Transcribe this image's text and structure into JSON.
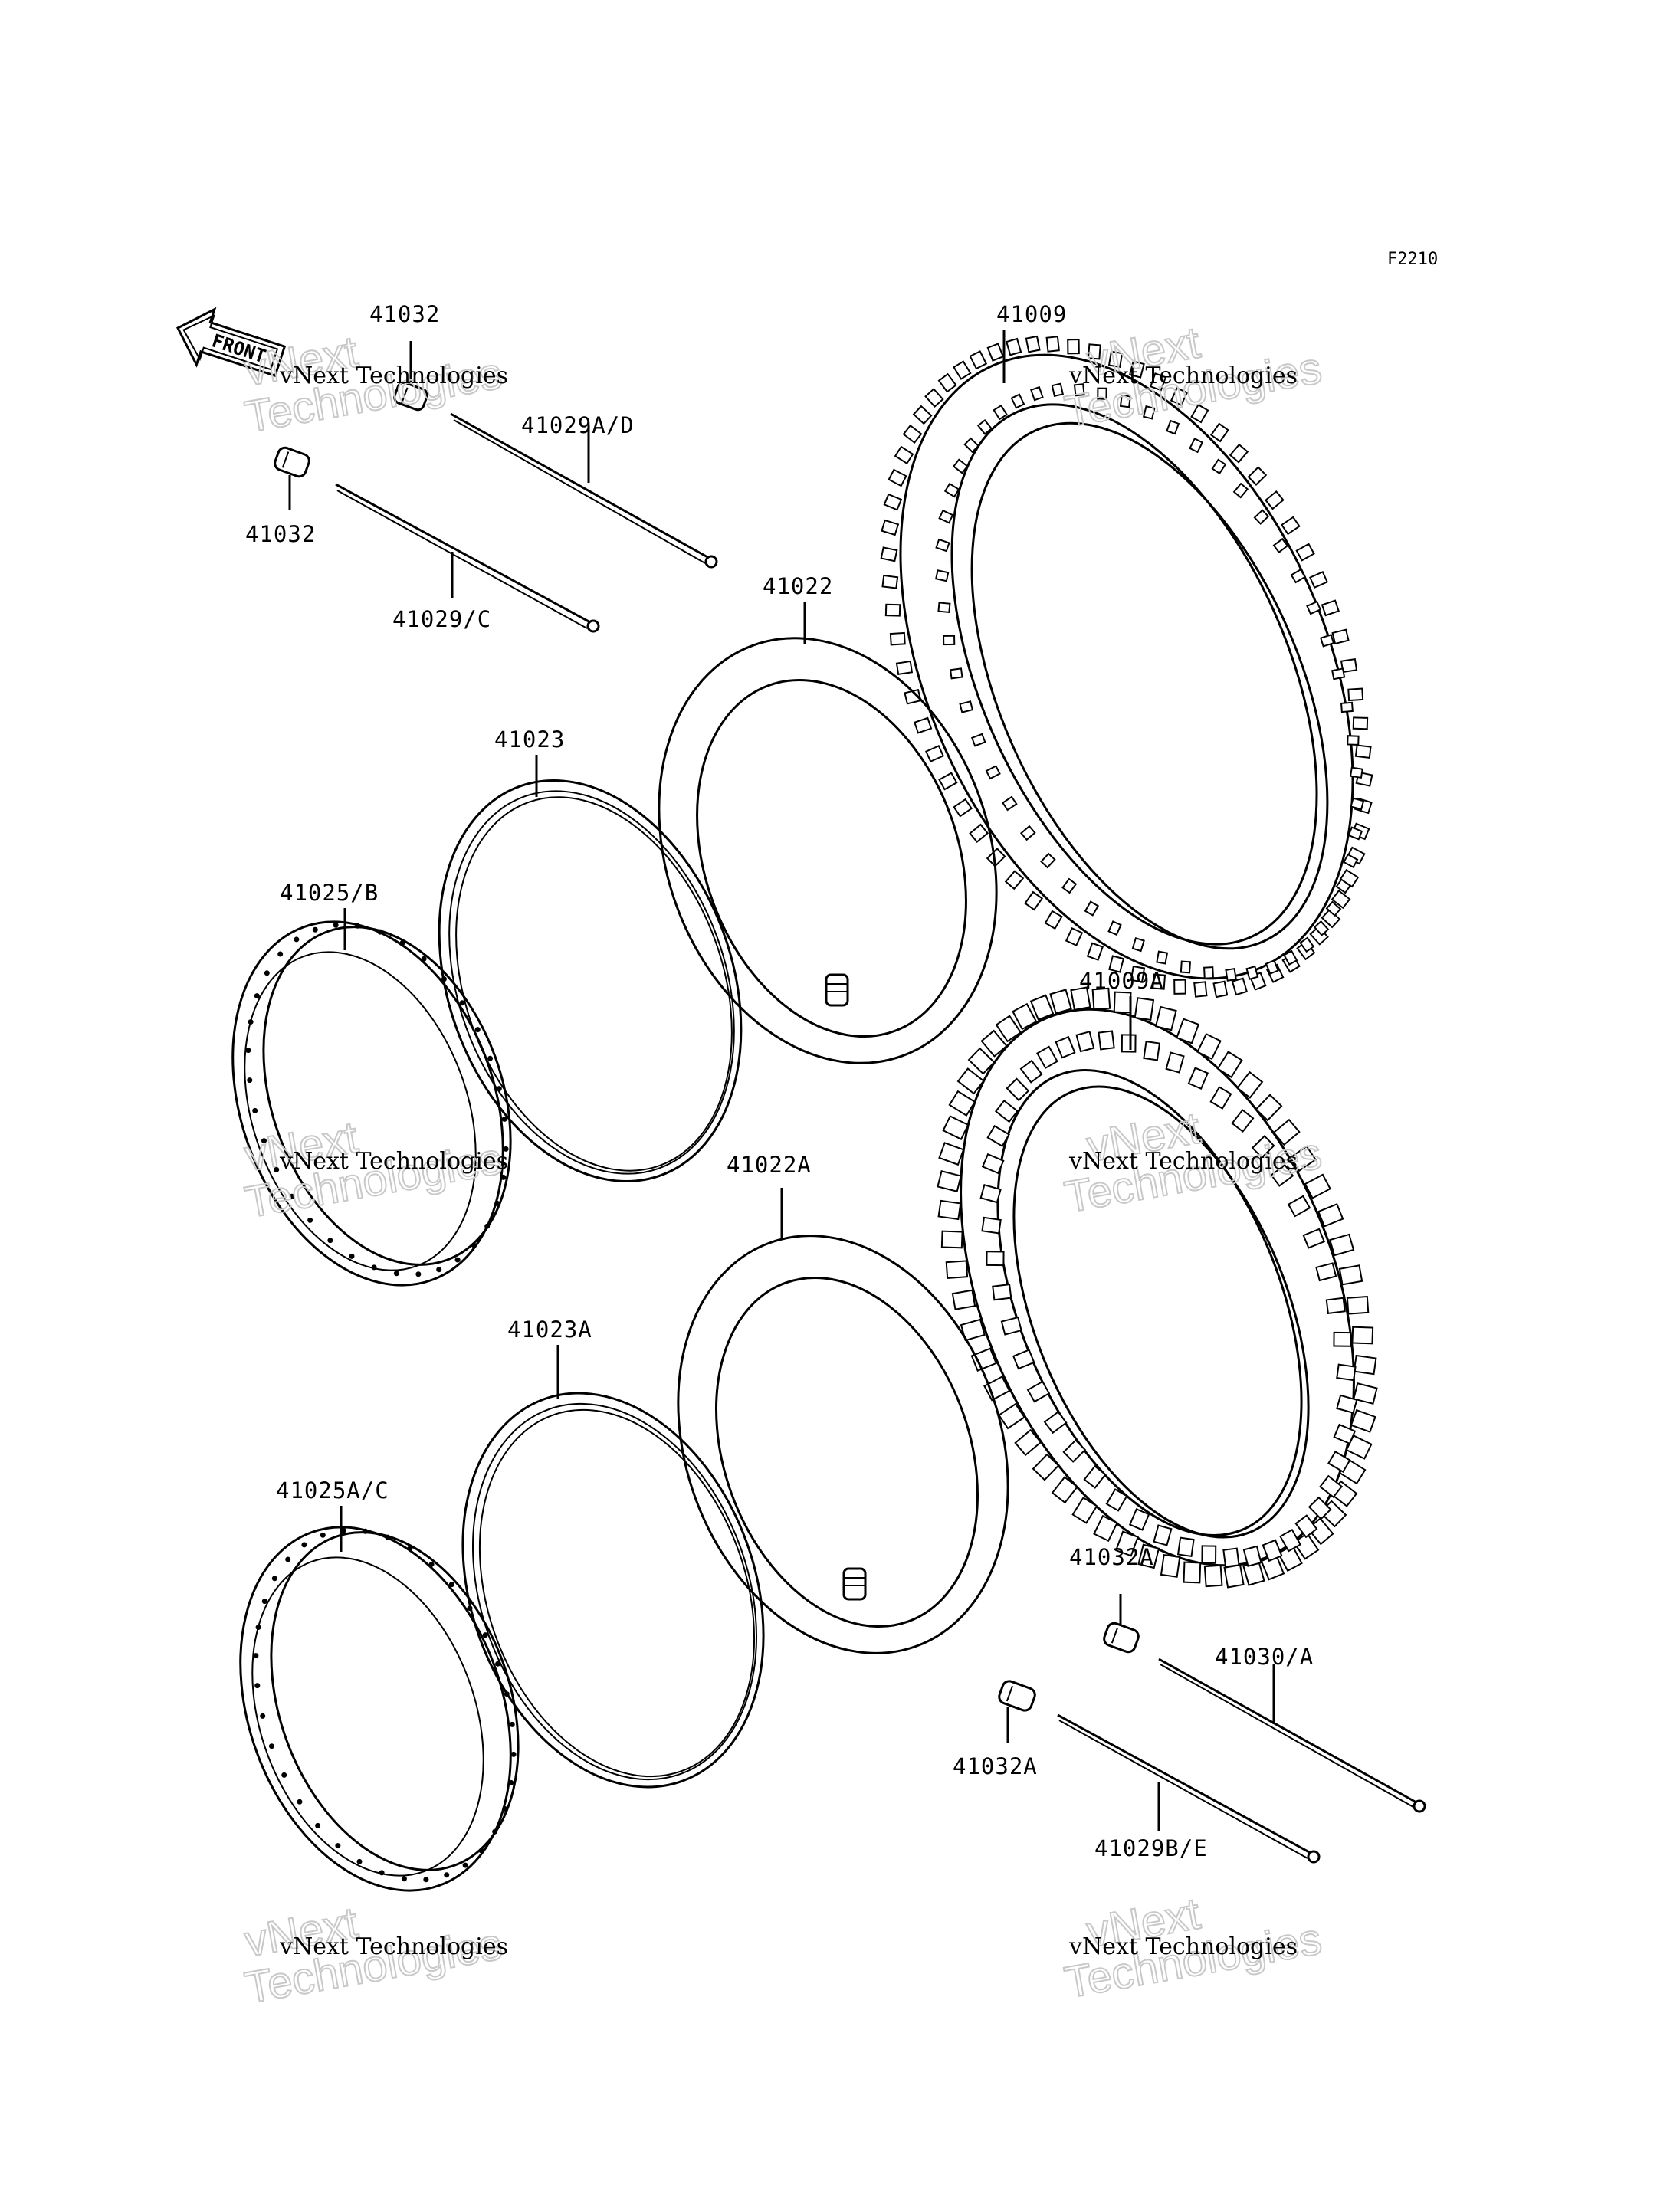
{
  "figure_id": "F2210",
  "front_arrow": "FRONT",
  "watermark": {
    "line1": "vNext Technologies",
    "line2": "vNext",
    "line3": "Technologies"
  },
  "parts": {
    "p41032_top": "41032",
    "p41029ad": "41029A/D",
    "p41032_mid": "41032",
    "p41029c": "41029/C",
    "p41009": "41009",
    "p41022": "41022",
    "p41023": "41023",
    "p41025b": "41025/B",
    "p41009a": "41009A",
    "p41022a": "41022A",
    "p41023a": "41023A",
    "p41025ac": "41025A/C",
    "p41032a_top": "41032A",
    "p41030a": "41030/A",
    "p41032a_bot": "41032A",
    "p41029be": "41029B/E"
  },
  "icons": [
    "front-arrow-icon",
    "spoke-nipple-icon",
    "spoke-icon",
    "tire-icon",
    "inner-tube-icon",
    "rim-band-icon",
    "rim-icon",
    "valve-icon"
  ]
}
